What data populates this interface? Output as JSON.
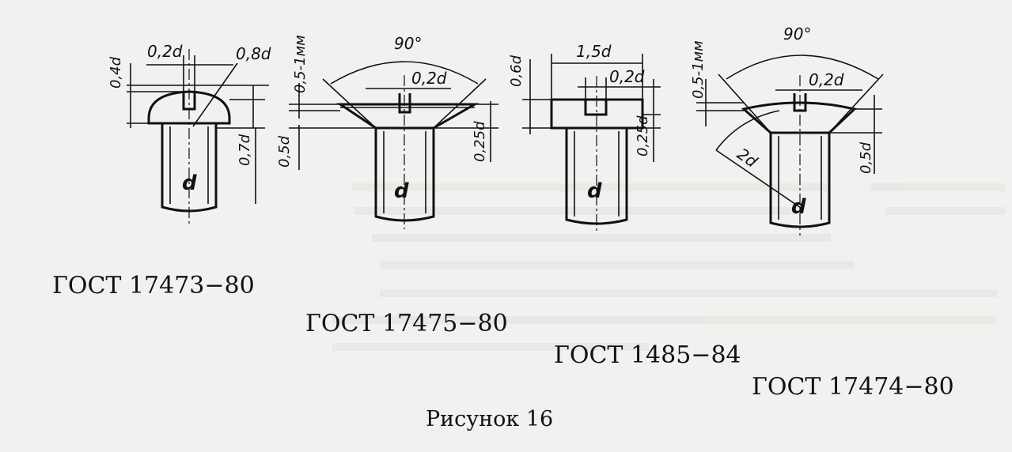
{
  "figure_caption": "Рисунок 16",
  "standards": [
    {
      "label": "ГОСТ 17473−80"
    },
    {
      "label": "ГОСТ 17475−80"
    },
    {
      "label": "ГОСТ 1485−84"
    },
    {
      "label": "ГОСТ 17474−80"
    }
  ],
  "rivet1": {
    "dims": [
      "0,4d",
      "0,2d",
      "0,8d",
      "0,7d"
    ],
    "diameter": "d"
  },
  "rivet2": {
    "dims": [
      "0,5-1мм",
      "90°",
      "0,2d",
      "0,5d",
      "0,25d"
    ],
    "diameter": "d"
  },
  "rivet3": {
    "dims": [
      "0,6d",
      "1,5d",
      "0,2d",
      "0,25d"
    ],
    "diameter": "d"
  },
  "rivet4": {
    "dims": [
      "0,5-1мм",
      "90°",
      "0,2d",
      "2d",
      "0,5d"
    ],
    "diameter": "d"
  }
}
